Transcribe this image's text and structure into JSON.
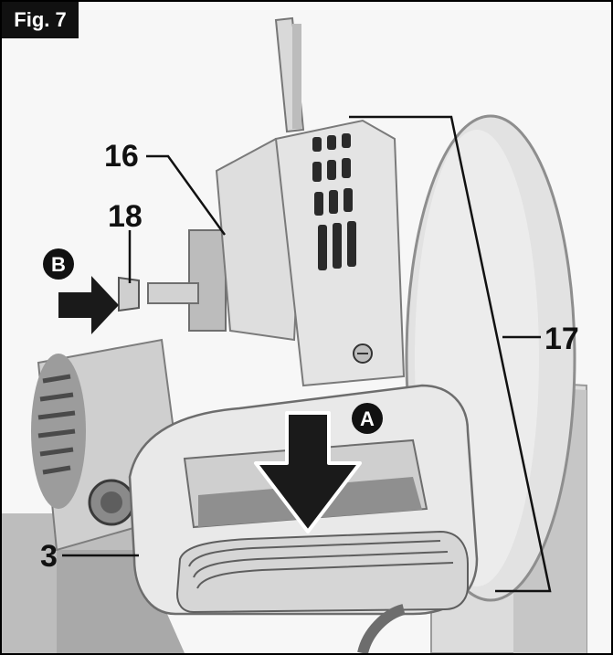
{
  "figure": {
    "label": "Fig. 7"
  },
  "callouts": {
    "c16": "16",
    "c18": "18",
    "c17": "17",
    "c3": "3",
    "cA": "A",
    "cB": "B"
  },
  "colors": {
    "ink": "#111111",
    "body_light": "#e6e6e6",
    "body_mid": "#c9c9c9",
    "body_dark": "#8a8a8a"
  }
}
